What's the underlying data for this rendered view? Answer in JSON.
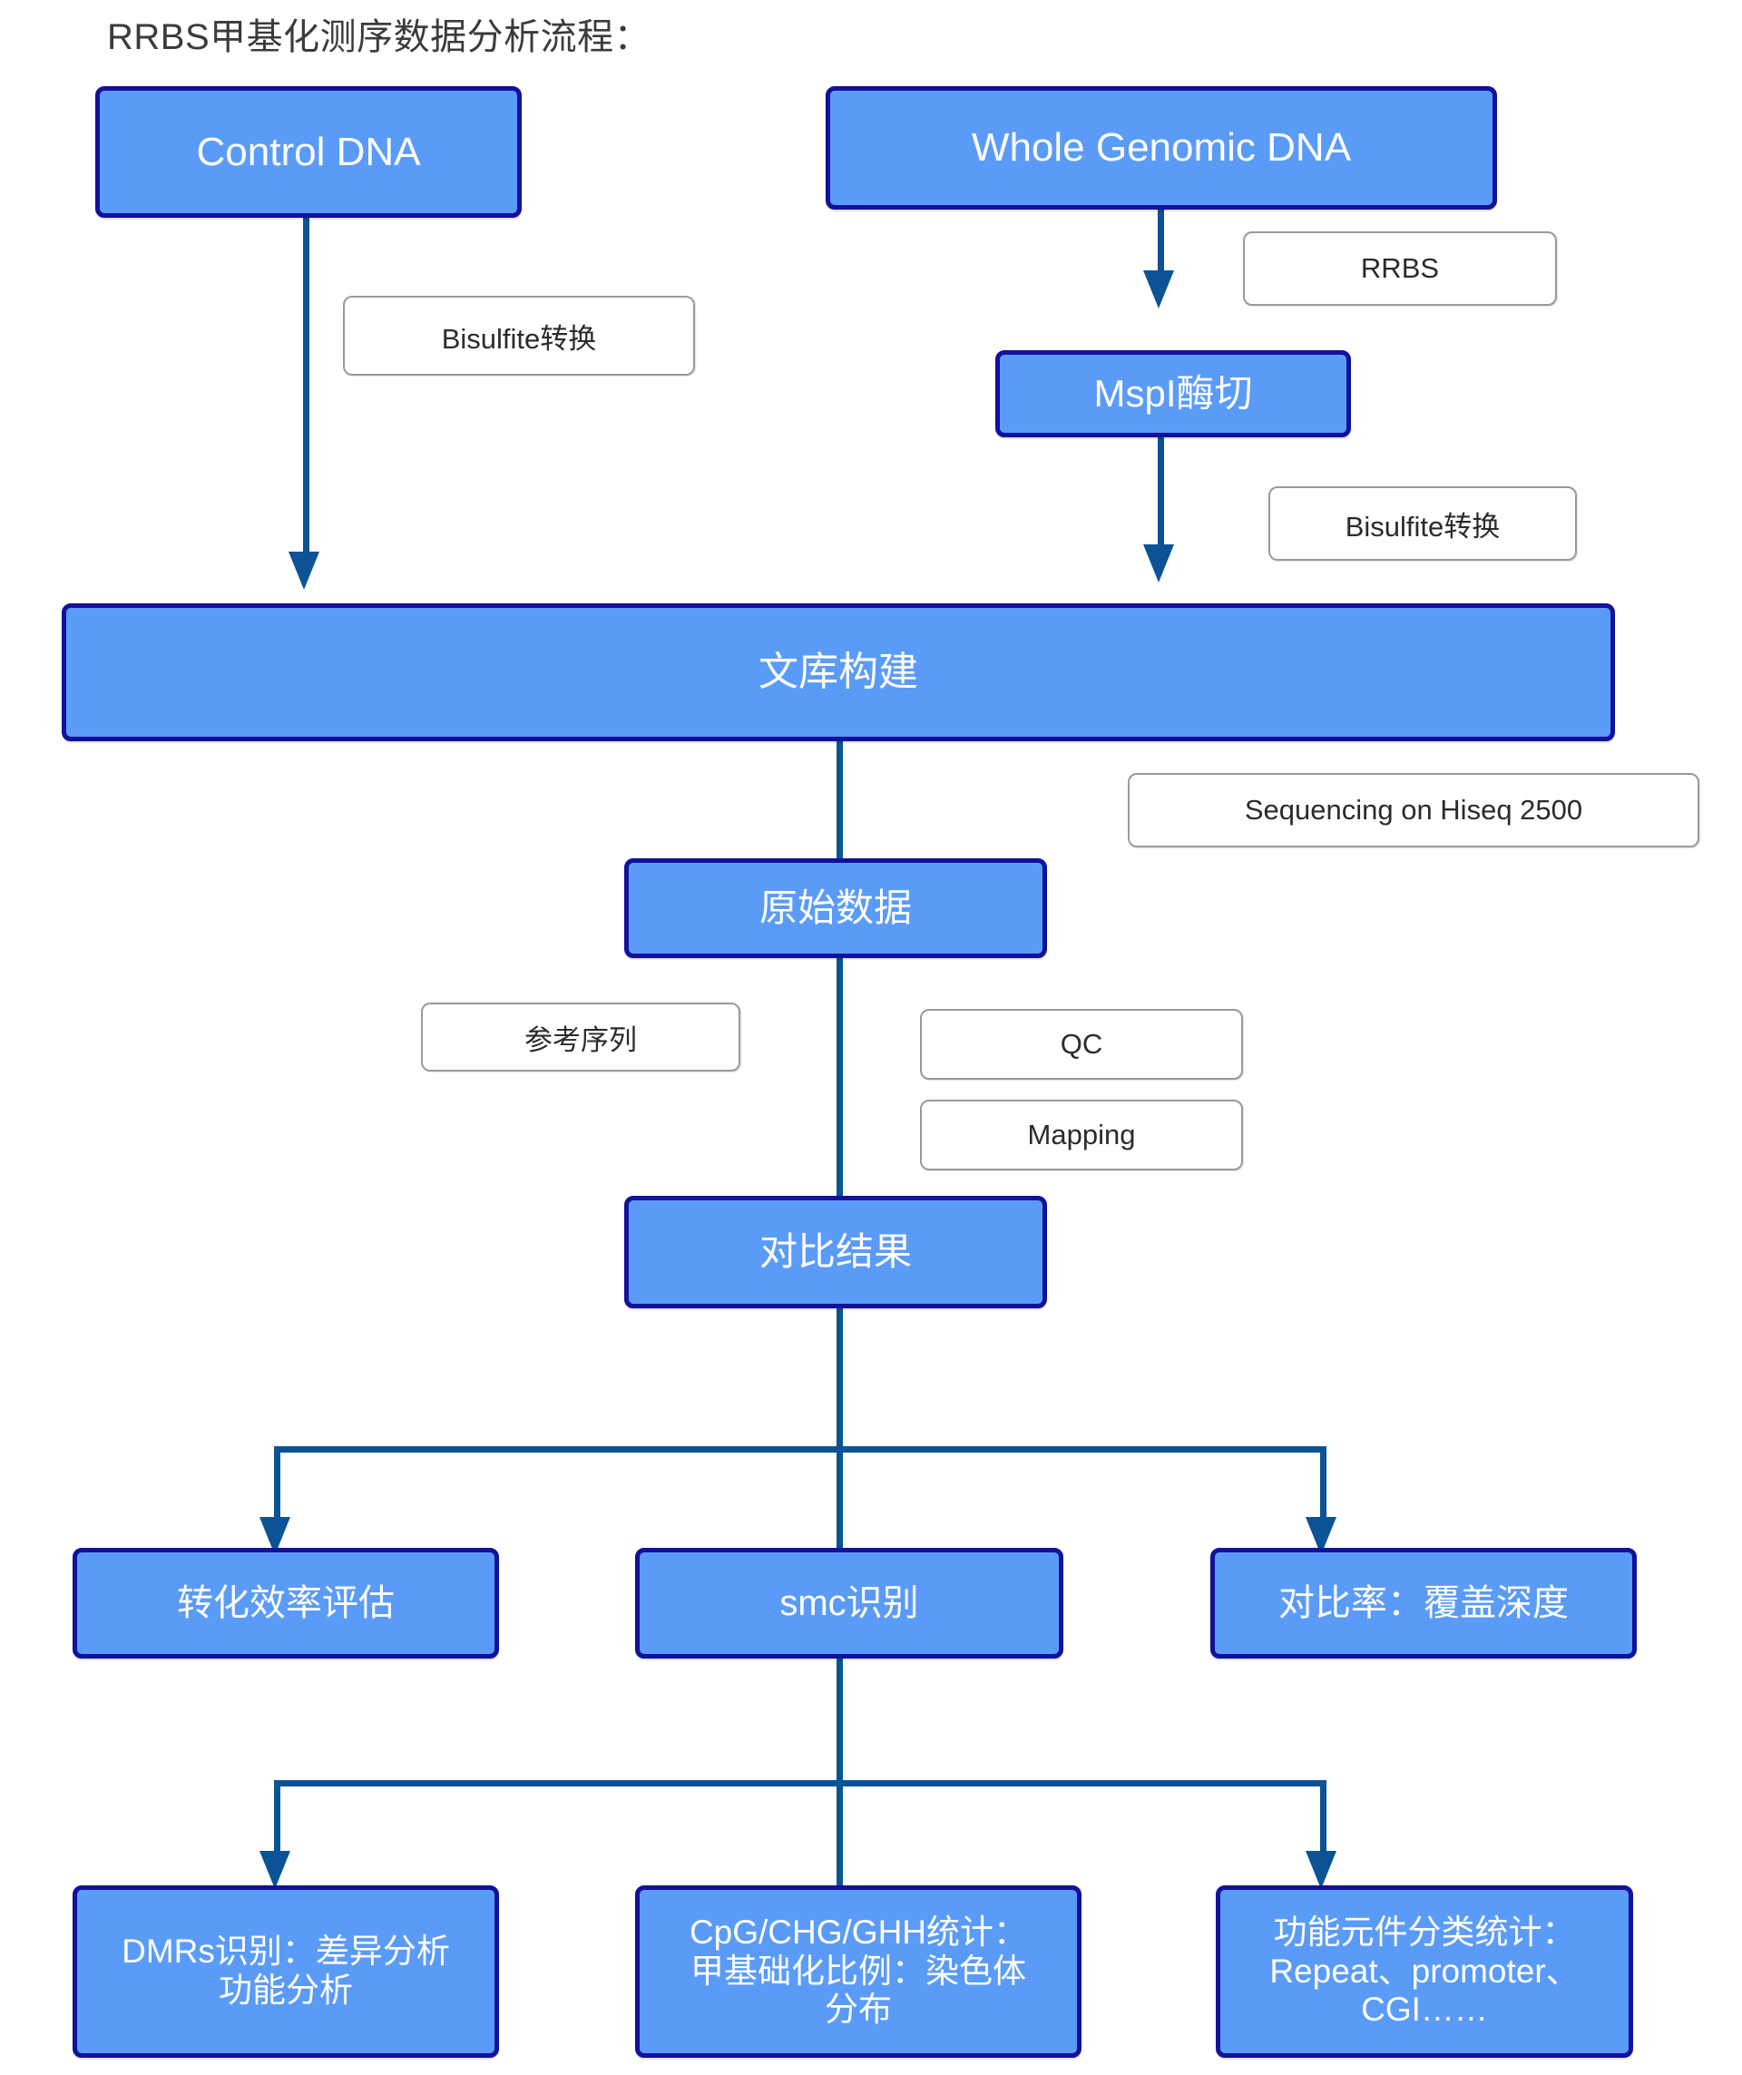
{
  "title": "RRBS甲基化测序数据分析流程：",
  "colors": {
    "node_fill": "#5B9BF8",
    "node_border": "#11119C",
    "node_text": "#FFFFFF",
    "connector": "#0B5394",
    "label_border": "#9A9A9A",
    "label_text": "#2B2B2B",
    "background": "#FFFFFF"
  },
  "nodes": {
    "control_dna": "Control DNA",
    "whole_genomic_dna": "Whole Genomic DNA",
    "mspi_digest": "MspI酶切",
    "library_construction": "文库构建",
    "raw_data": "原始数据",
    "alignment_result": "对比结果",
    "conversion_efficiency": "转化效率评估",
    "smc_identification": "smc识别",
    "mapping_rate_depth": "对比率：覆盖深度",
    "dmrs": {
      "line1": "DMRs识别：差异分析",
      "line2": "功能分析"
    },
    "cpg_stats": {
      "line1": "CpG/CHG/GHH统计：",
      "line2": "甲基础化比例：染色体",
      "line3": "分布"
    },
    "functional_elements": {
      "line1": "功能元件分类统计：",
      "line2": "Repeat、promoter、",
      "line3": "CGI……"
    }
  },
  "labels": {
    "bisulfite_control": "Bisulfite转换",
    "rrbs": "RRBS",
    "bisulfite_mspi": "Bisulfite转换",
    "sequencing": "Sequencing on Hiseq 2500",
    "reference_sequence": "参考序列",
    "qc": "QC",
    "mapping": "Mapping"
  }
}
